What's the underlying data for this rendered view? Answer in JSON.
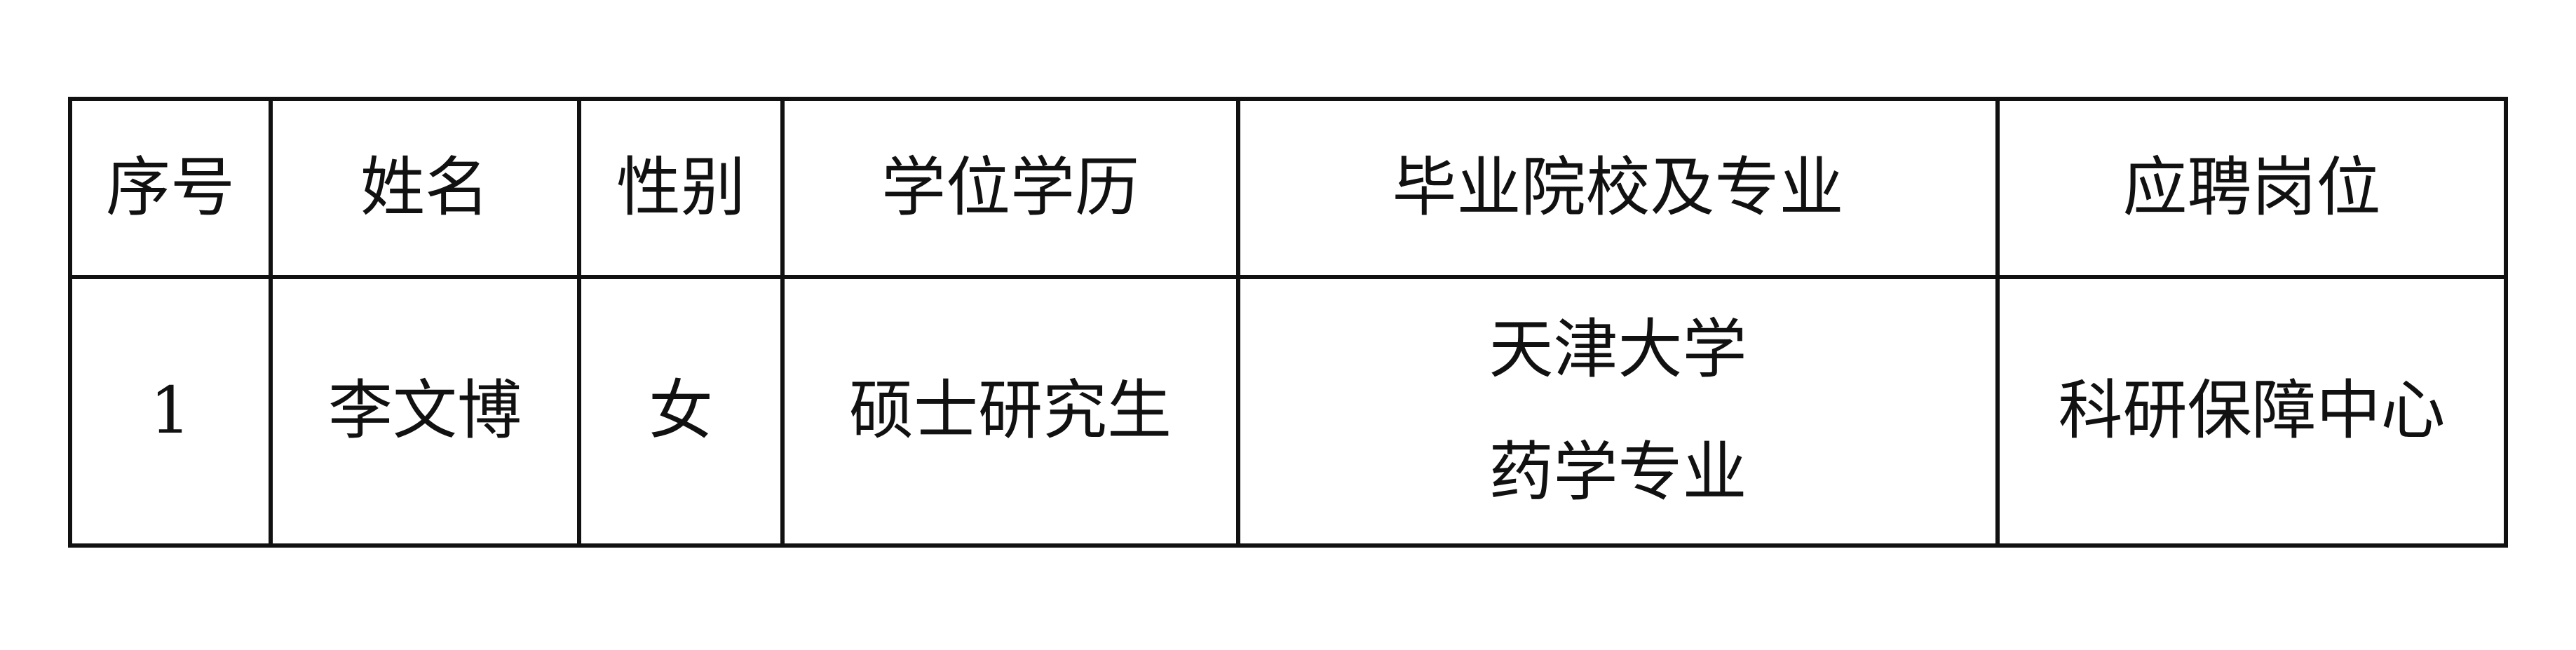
{
  "table": {
    "headers": [
      "序号",
      "姓名",
      "性别",
      "学位学历",
      "毕业院校及专业",
      "应聘岗位"
    ],
    "rows": [
      {
        "index": "1",
        "name": "李文博",
        "gender": "女",
        "degree": "硕士研究生",
        "school_lines": [
          "天津大学",
          "药学专业"
        ],
        "position": "科研保障中心"
      }
    ]
  }
}
